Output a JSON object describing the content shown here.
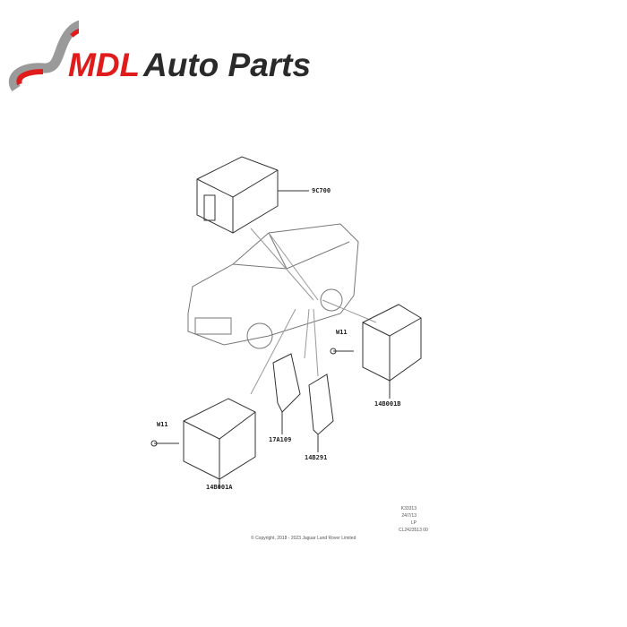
{
  "brand": {
    "name_red": "MDL",
    "name_dark": "Auto Parts",
    "accent": "#e01b1b",
    "dark": "#2a2a2a"
  },
  "diagram": {
    "labels": {
      "top_module": "9C700",
      "right_module": "14B001B",
      "left_module": "14B001A",
      "bracket": "17A109",
      "center_module": "14B291",
      "right_screw": "W11",
      "left_screw": "W11"
    },
    "ref_codes": [
      "K33313",
      "24/7/13",
      "LP",
      "CL2423513 00"
    ],
    "copyright": "© Copyright, 2018 - 2023 Jaguar Land Rover Limited"
  }
}
